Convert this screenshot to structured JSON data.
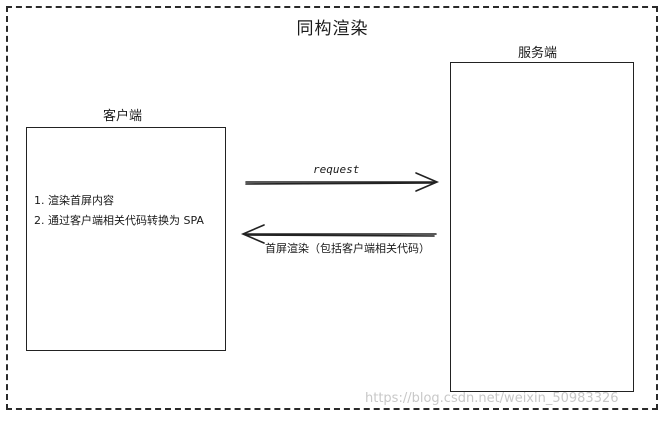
{
  "title": "同构渲染",
  "client": {
    "label": "客户端",
    "notes": [
      "1. 渲染首屏内容",
      "2. 通过客户端相关代码转换为 SPA"
    ]
  },
  "server": {
    "label": "服务端"
  },
  "request": {
    "label": "request"
  },
  "response": {
    "label": "首屏渲染（包括客户端相关代码）"
  },
  "watermark": "https://blog.csdn.net/weixin_50983326"
}
